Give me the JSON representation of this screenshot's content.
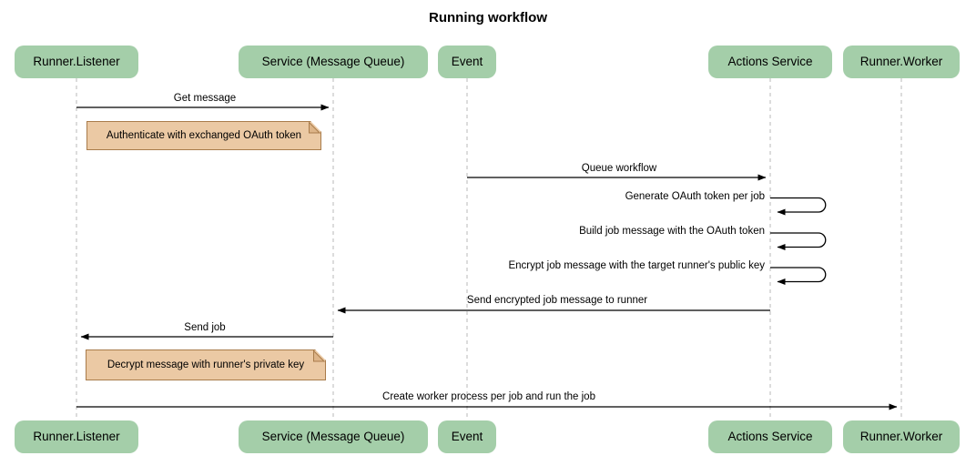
{
  "title": "Running workflow",
  "participants": [
    {
      "label": "Runner.Listener"
    },
    {
      "label": "Service (Message Queue)"
    },
    {
      "label": "Event"
    },
    {
      "label": "Actions Service"
    },
    {
      "label": "Runner.Worker"
    }
  ],
  "messages": [
    {
      "label": "Get message",
      "from": "Runner.Listener",
      "to": "Service (Message Queue)",
      "type": "arrow-right"
    },
    {
      "label": "Queue workflow",
      "from": "Event",
      "to": "Actions Service",
      "type": "arrow-right"
    },
    {
      "label": "Generate OAuth token per job",
      "from": "Actions Service",
      "to": "Actions Service",
      "type": "self-loop"
    },
    {
      "label": "Build job message with the OAuth token",
      "from": "Actions Service",
      "to": "Actions Service",
      "type": "self-loop"
    },
    {
      "label": "Encrypt job message with the target runner's public key",
      "from": "Actions Service",
      "to": "Actions Service",
      "type": "self-loop"
    },
    {
      "label": "Send encrypted job message to runner",
      "from": "Actions Service",
      "to": "Service (Message Queue)",
      "type": "arrow-left"
    },
    {
      "label": "Send job",
      "from": "Service (Message Queue)",
      "to": "Runner.Listener",
      "type": "arrow-left"
    },
    {
      "label": "Create worker process per job and run the job",
      "from": "Runner.Listener",
      "to": "Runner.Worker",
      "type": "arrow-right"
    }
  ],
  "notes": [
    {
      "label": "Authenticate with exchanged OAuth token",
      "position": "right of Runner.Listener"
    },
    {
      "label": "Decrypt message with runner's private key",
      "position": "right of Runner.Listener"
    }
  ],
  "colors": {
    "participant_fill": "#A4CEA9",
    "note_fill": "#EBC9A4",
    "note_border": "#A97C4B",
    "note_fold": "#DDB488",
    "lifeline": "#B8B8B8",
    "arrow": "#000000",
    "text": "#000000"
  }
}
